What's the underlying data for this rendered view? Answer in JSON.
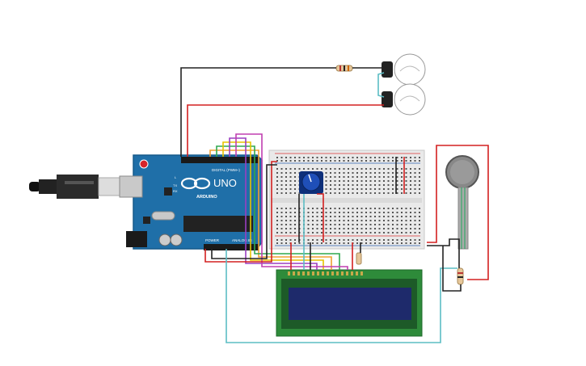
{
  "arduino": {
    "brand_logo": "UNO",
    "maker_text": "ARDUINO",
    "digital_label": "DIGITAL (PWM~)",
    "power_label": "POWER",
    "analog_label": "ANALOG IN",
    "led_tx": "TX",
    "led_rx": "RX",
    "led_l": "L",
    "board_color": "#1f6fa8"
  },
  "breadboard": {
    "body_color": "#e9e9e9",
    "rail_red": "#d33",
    "rail_blue": "#2a5fb0"
  },
  "lcd": {
    "pcb_color": "#2e8b3a",
    "screen_color": "#1e2a6b"
  },
  "wires": {
    "red": "#d32020",
    "black": "#222222",
    "teal": "#5bbdc4",
    "orange": "#f0a030",
    "purple": "#9b3fc0",
    "green": "#2fa84f",
    "yellow": "#e6c400"
  }
}
